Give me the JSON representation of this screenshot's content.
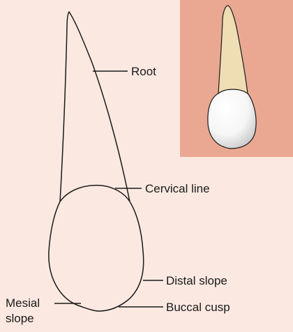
{
  "labels": {
    "root": "Root",
    "cervical_line": "Cervical line",
    "distal_slope": "Distal slope",
    "mesial_slope_line1": "Mesial",
    "mesial_slope_line2": "slope",
    "buccal_cusp": "Buccal cusp"
  },
  "colors": {
    "page_background": "#fbe9e1",
    "inset_background": "#eaa892",
    "root_fill": "#efddb4",
    "crown_fill": "#ffffff",
    "outline": "#1a1a1a"
  },
  "icons": {
    "inset": "tooth-icon"
  }
}
